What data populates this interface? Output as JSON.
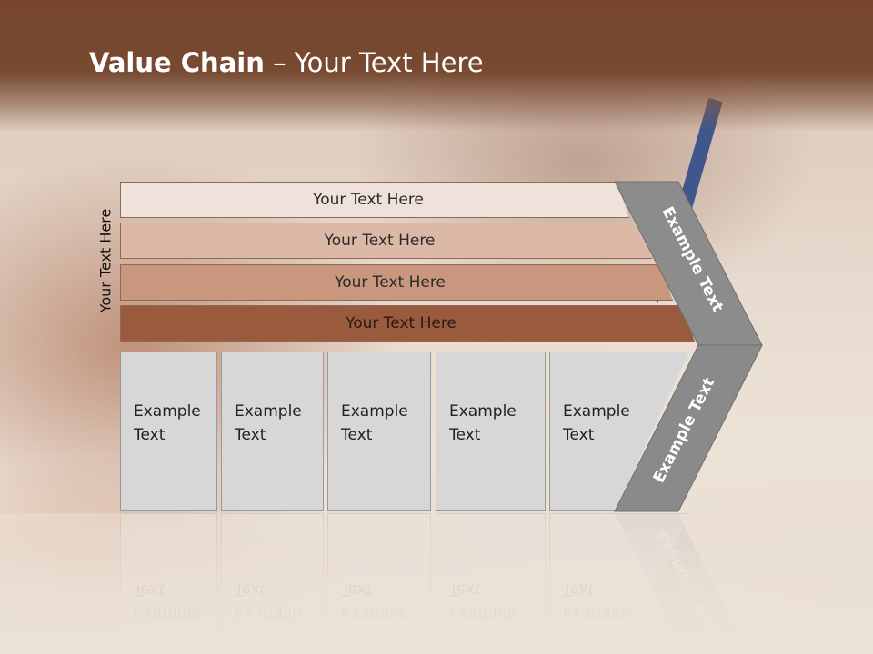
{
  "slide": {
    "title_bold": "Value Chain",
    "title_rest": " – Your Text Here",
    "side_label": "Your Text Here"
  },
  "bars": [
    {
      "label": "Your Text Here"
    },
    {
      "label": "Your Text Here"
    },
    {
      "label": "Your Text Here"
    },
    {
      "label": "Your Text Here"
    }
  ],
  "boxes": [
    {
      "line1": "Example",
      "line2": "Text"
    },
    {
      "line1": "Example",
      "line2": "Text"
    },
    {
      "line1": "Example",
      "line2": "Text"
    },
    {
      "line1": "Example",
      "line2": "Text"
    },
    {
      "line1": "Example",
      "line2": "Text"
    }
  ],
  "chevron": {
    "upper_label": "Example Text",
    "lower_label": "Example Text",
    "fill_upper": "#8c8c8c",
    "fill_lower": "#8a8a8a"
  },
  "colors": {
    "header": "#774a31",
    "bar1": "#efe2da",
    "bar2": "#dcb9a6",
    "bar3": "#c8977d",
    "bar4": "#9a5a3e",
    "box": "#d7d7d7"
  }
}
